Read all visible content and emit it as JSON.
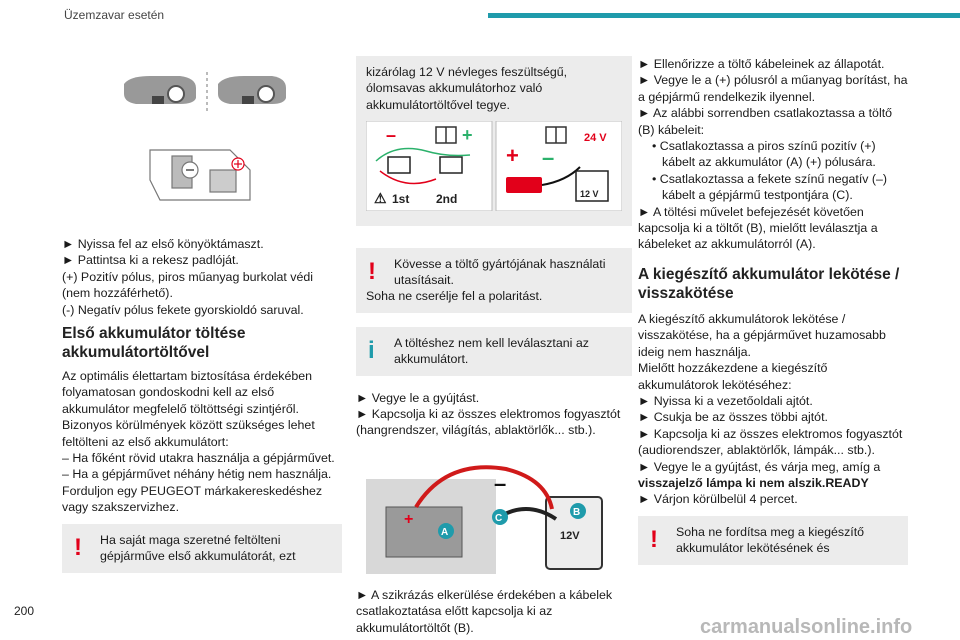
{
  "header": {
    "title": "Üzemzavar esetén",
    "accent_color": "#1f9bab"
  },
  "page_number": "200",
  "watermark": "carmanualsonline.info",
  "col1": {
    "lines": [
      "► Nyissa fel az első könyöktámaszt.",
      "► Pattintsa ki a rekesz padlóját.",
      "(+) Pozitív pólus, piros műanyag burkolat védi (nem hozzáférhető).",
      "(-) Negatív pólus fekete gyorskioldó saruval."
    ],
    "heading": "Első akkumulátor töltése akkumulátortöltővel",
    "body": "Az optimális élettartam biztosítása érdekében folyamatosan gondoskodni kell az első akkumulátor megfelelő töltöttségi szintjéről.",
    "body2": "Bizonyos körülmények között szükséges lehet feltölteni az első akkumulátort:",
    "dash1": "– Ha főként rövid utakra használja a gépjárművet.",
    "dash2": "– Ha a gépjárművet néhány hétig nem használja.",
    "body3": "Forduljon egy PEUGEOT márkakereskedéshez vagy szakszervizhez.",
    "warning": "Ha saját maga szeretné feltölteni gépjárműve első akkumulátorát, ezt"
  },
  "col2": {
    "intro": "kizárólag 12 V névleges feszültségű, ólomsavas akkumulátorhoz való akkumulátortöltővel tegye.",
    "fig_labels": {
      "first": "1st",
      "second": "2nd",
      "volt24": "24 V",
      "volt12": "12 V"
    },
    "warning": "Kövesse a töltő gyártójának használati utasításait.",
    "warning2": "Soha ne cserélje fel a polaritást.",
    "info": "A töltéshez nem kell leválasztani az akkumulátort.",
    "steps": [
      "► Vegye le a gyújtást.",
      "► Kapcsolja ki az összes elektromos fogyasztót (hangrendszer, világítás, ablaktörlők... stb.)."
    ],
    "fig2_labels": {
      "a": "A",
      "b": "B",
      "c": "C",
      "volt": "12V"
    },
    "after_fig": "► A szikrázás elkerülése érdekében a kábelek csatlakoztatása előtt kapcsolja ki az akkumulátortöltőt (B)."
  },
  "col3": {
    "lines": [
      "► Ellenőrizze a töltő kábeleinek az állapotát.",
      "► Vegye le a (+) pólusról a műanyag borítást, ha a gépjármű rendelkezik ilyennel.",
      "► Az alábbi sorrendben csatlakoztassa a töltő (B) kábeleit:"
    ],
    "sub": [
      "• Csatlakoztassa a piros színű pozitív (+) kábelt az akkumulátor (A) (+) pólusára.",
      "• Csatlakoztassa a fekete színű negatív (–) kábelt a gépjármű testpontjára (C)."
    ],
    "line4": "► A töltési művelet befejezését követően kapcsolja ki a töltőt (B), mielőtt leválasztja a kábeleket az akkumulátorról (A).",
    "heading": "A kiegészítő akkumulátor lekötése / visszakötése",
    "p1": "A kiegészítő akkumulátorok lekötése / visszakötése, ha a gépjárművet huzamosabb ideig nem használja.",
    "p2": "Mielőtt hozzákezdene a kiegészítő akkumulátorok lekötéséhez:",
    "steps": [
      "► Nyissa ki a vezetőoldali ajtót.",
      "► Csukja be az összes többi ajtót.",
      "► Kapcsolja ki az összes elektromos fogyasztót (audiorendszer, ablaktörlők, lámpák... stb.).",
      "► Vegye le a gyújtást, és várja meg, amíg a"
    ],
    "bold_line": "visszajelző lámpa ki nem alszik.READY",
    "last": "► Várjon körülbelül 4 percet.",
    "warning": "Soha ne fordítsa meg a kiegészítő akkumulátor lekötésének és"
  }
}
